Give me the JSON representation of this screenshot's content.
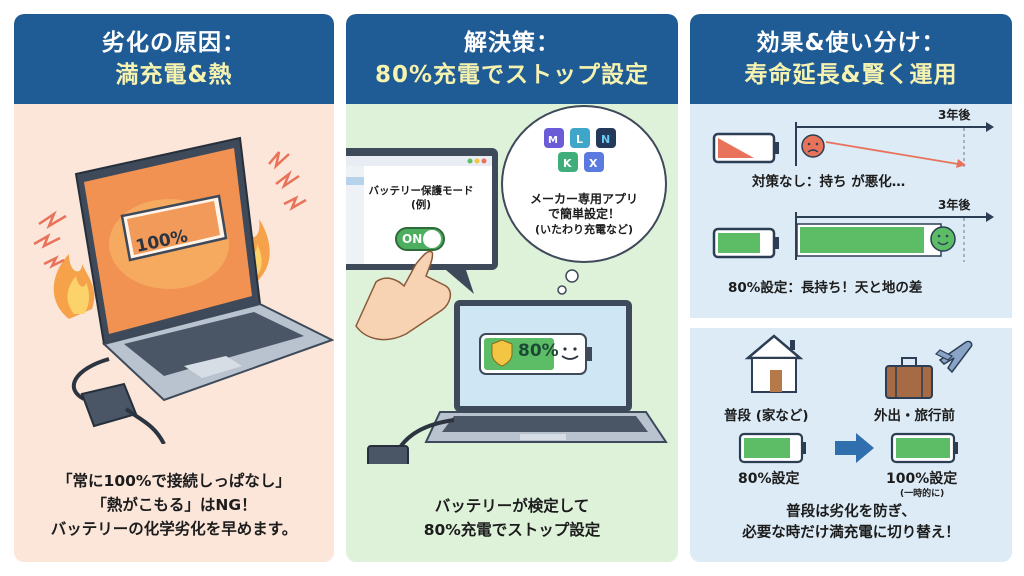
{
  "panels": [
    {
      "title_line1": "劣化の原因：",
      "title_line2": "満充電&熱",
      "illustration": {
        "battery_label": "100%",
        "battery_face": "stressed-face-icon",
        "decorations": [
          "flame-icon",
          "lightning-icon",
          "charger-adapter-icon"
        ]
      },
      "body_lines": [
        "「常に100%で接続しっぱなし」",
        "「熱がこもる」はNG！",
        "バッテリーの化学劣化を早めます。"
      ]
    },
    {
      "title_line1": "解決策：",
      "title_line2": "80%充電でストップ設定",
      "settings_window": {
        "mode_label": "バッテリー保護モード",
        "mode_example": "(例)",
        "toggle_label": "ON"
      },
      "thought_bubble": {
        "app_icons": [
          "app-icon-m",
          "app-icon-l",
          "app-icon-n",
          "app-icon-person",
          "app-icon-x"
        ],
        "line1": "メーカー専用アプリ",
        "line2": "で簡単設定！",
        "line3": "(いたわり充電など)"
      },
      "laptop_battery_label": "80%",
      "body_lines": [
        "バッテリーが検定して",
        "80%充電でストップ設定"
      ]
    },
    {
      "title_line1": "効果&使い分け：",
      "title_line2": "寿命延長&賢く運用",
      "comparison": {
        "no_measure": {
          "time_label": "3年後",
          "caption": "対策なし：持ち が悪化…"
        },
        "with_80": {
          "time_label": "3年後",
          "caption": "80%設定：長持ち！天と地の差"
        }
      },
      "usage": {
        "home": {
          "label": "普段 (家など)",
          "setting": "80%設定"
        },
        "travel": {
          "label": "外出・旅行前",
          "setting": "100%設定",
          "note": "(一時的に)"
        },
        "summary_line1": "普段は劣化を防ぎ、",
        "summary_line2": "必要な時だけ満充電に切り替え！"
      }
    }
  ],
  "colors": {
    "header_bg": "#1f5b94",
    "header_highlight": "#f6f2b0",
    "panel1_bg": "#fbe6d9",
    "panel2_bg": "#def2da",
    "panel3_bg": "#dcebf6",
    "battery_green": "#5cbd66",
    "battery_red": "#e8735a"
  }
}
